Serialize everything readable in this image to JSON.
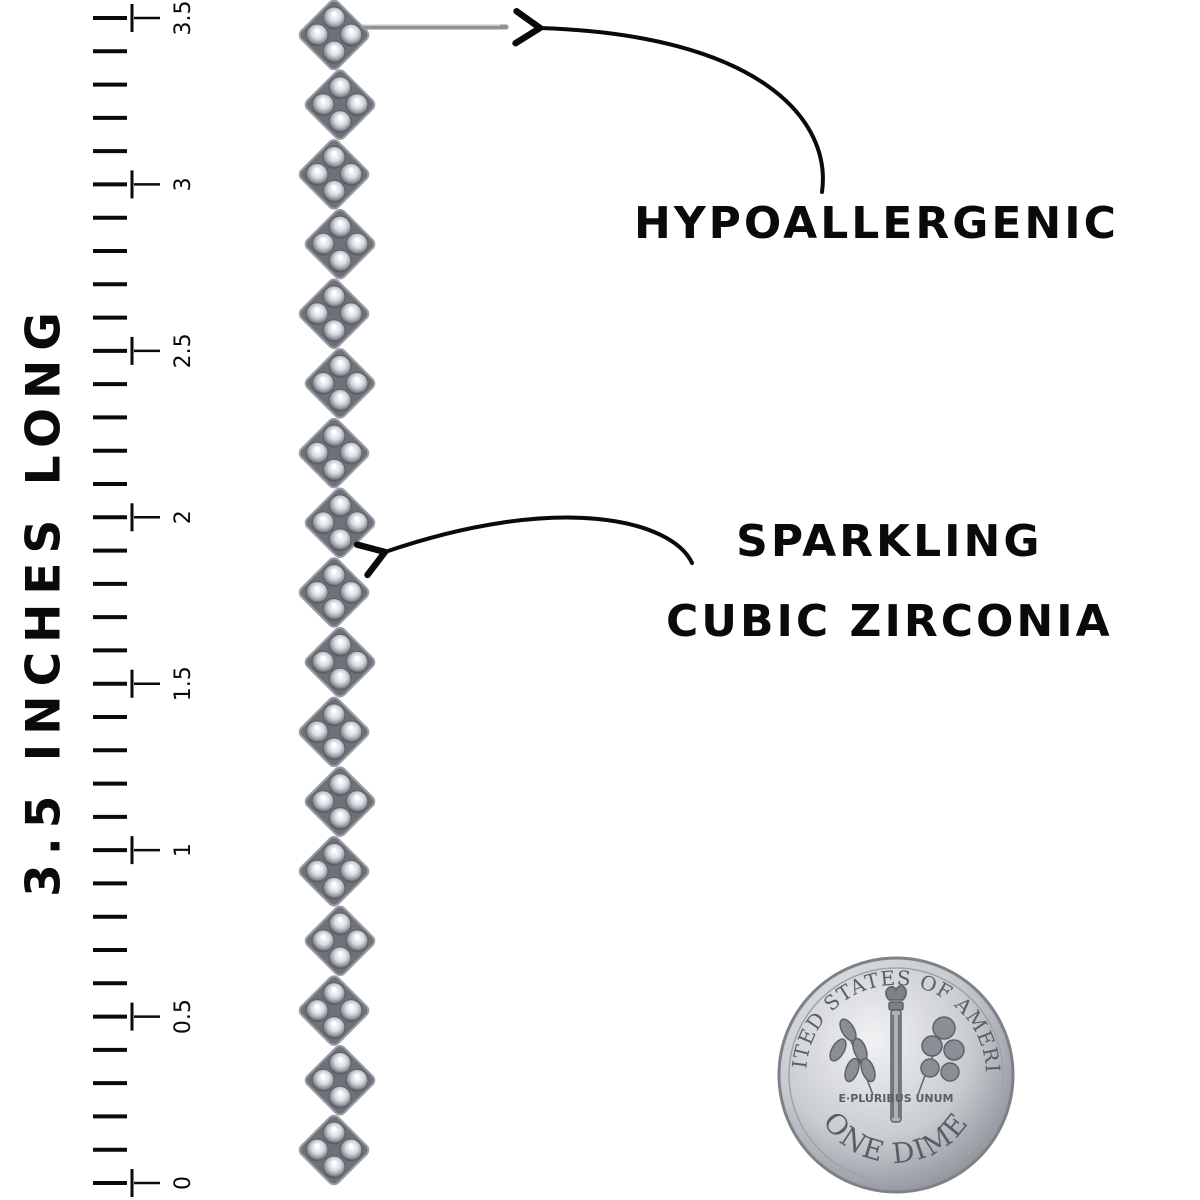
{
  "ruler": {
    "title": "3.5 INCHES LONG",
    "unit": "inch",
    "range": [
      0,
      3.5
    ],
    "minor_step": 0.1,
    "labels": [
      "0",
      "0.5",
      "1",
      "1.5",
      "2",
      "2.5",
      "3",
      "3.5"
    ]
  },
  "callouts": {
    "hypoallergenic": "HYPOALLERGENIC",
    "sparkling_line1": "SPARKLING",
    "sparkling_line2": "CUBIC ZIRCONIA"
  },
  "coin": {
    "top_text": "UNITED STATES OF AMERICA",
    "bottom_text": "ONE DIME",
    "motto": "E·PLURIBUS UNUM",
    "color": "#c9ccd1"
  },
  "earring": {
    "stone_count": 17,
    "metal_color": "#9a9da3"
  },
  "colors": {
    "ink": "#0a0a0a",
    "background": "#ffffff"
  }
}
